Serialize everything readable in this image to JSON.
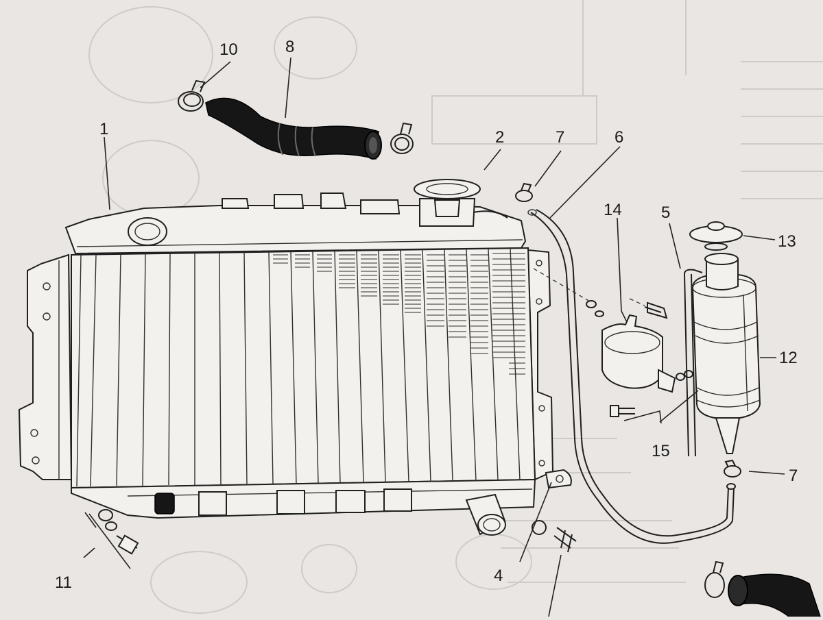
{
  "diagram": {
    "labels": [
      {
        "id": "1",
        "text": "1"
      },
      {
        "id": "2",
        "text": "2"
      },
      {
        "id": "4",
        "text": "4"
      },
      {
        "id": "5",
        "text": "5"
      },
      {
        "id": "6",
        "text": "6"
      },
      {
        "id": "7a",
        "text": "7"
      },
      {
        "id": "7b",
        "text": "7"
      },
      {
        "id": "8",
        "text": "8"
      },
      {
        "id": "10",
        "text": "10"
      },
      {
        "id": "11",
        "text": "11"
      },
      {
        "id": "12",
        "text": "12"
      },
      {
        "id": "13",
        "text": "13"
      },
      {
        "id": "14",
        "text": "14"
      },
      {
        "id": "15",
        "text": "15"
      }
    ]
  }
}
